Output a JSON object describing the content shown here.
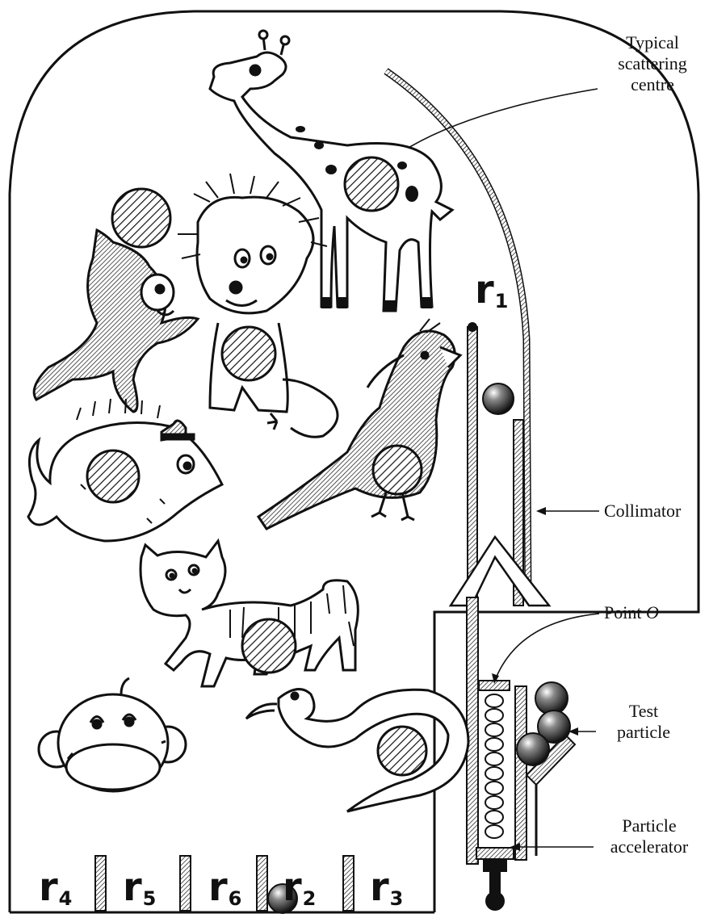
{
  "labels": {
    "scattering_centre": "Typical scattering centre",
    "scattering_centre_lines": [
      "Typical",
      "scattering",
      "centre"
    ],
    "collimator": "Collimator",
    "point_o": "Point",
    "point_o_symbol": "O",
    "test_particle_lines": [
      "Test",
      "particle"
    ],
    "accelerator_lines": [
      "Particle",
      "accelerator"
    ]
  },
  "regions": [
    {
      "base": "r",
      "sub": "1"
    },
    {
      "base": "r",
      "sub": "4"
    },
    {
      "base": "r",
      "sub": "5"
    },
    {
      "base": "r",
      "sub": "6"
    },
    {
      "base": "r",
      "sub": "2"
    },
    {
      "base": "r",
      "sub": "3"
    }
  ],
  "colors": {
    "ink": "#111111",
    "paper": "#ffffff"
  },
  "figures": [
    "giraffe",
    "lion",
    "monkey",
    "fish",
    "bird",
    "cat",
    "face",
    "snake"
  ]
}
